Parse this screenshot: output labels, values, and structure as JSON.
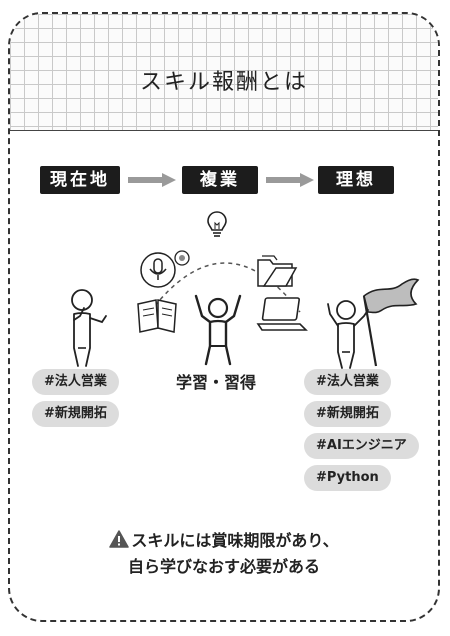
{
  "title": "スキル報酬とは",
  "stages": [
    "現在地",
    "複業",
    "理想"
  ],
  "left_tags": [
    "#法人営業",
    "#新規開拓"
  ],
  "center_label": "学習・習得",
  "right_tags": [
    "#法人営業",
    "#新規開拓",
    "#AIエンジニア",
    "#Python"
  ],
  "note": {
    "line1": "スキルには賞味期限があり、",
    "line2": "自ら学びなおす必要がある"
  }
}
